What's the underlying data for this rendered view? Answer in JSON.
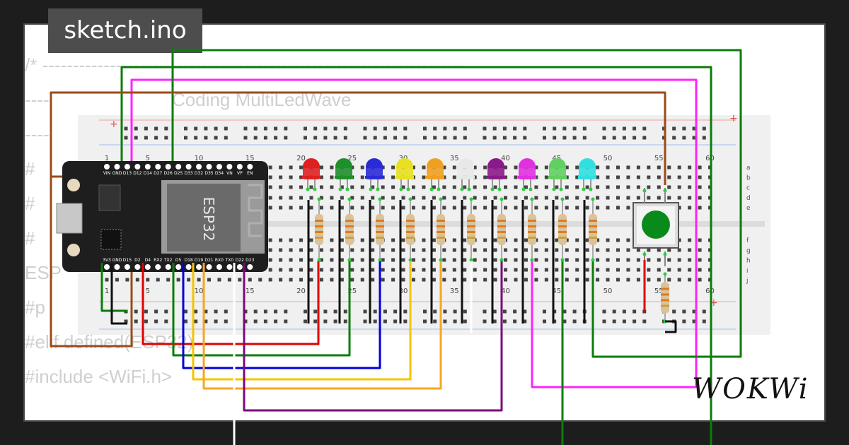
{
  "tab": {
    "filename": "sketch.ino"
  },
  "code": {
    "lines": [
      "/* ---------------------------------------------------------------------",
      "----                        Coding MultiLedWave",
      "----",
      "#",
      "#",
      "#",
      "ESP",
      "#p",
      "",
      "#elif defined(ESP32)",
      "#include <WiFi.h>"
    ]
  },
  "board": {
    "chip_label": "ESP32",
    "top_pins": [
      "VIN",
      "GND",
      "D13",
      "D12",
      "D14",
      "D27",
      "D26",
      "D25",
      "D33",
      "D32",
      "D35",
      "D34",
      "VN",
      "VP",
      "EN"
    ],
    "bottom_pins": [
      "3V3",
      "GND",
      "D15",
      "D2",
      "D4",
      "RX2",
      "TX2",
      "D5",
      "D18",
      "D19",
      "D21",
      "RX0",
      "TX0",
      "D22",
      "D23"
    ]
  },
  "breadboard": {
    "column_numbers_top": [
      "1",
      "5",
      "10",
      "15",
      "20",
      "25",
      "30",
      "35",
      "40",
      "45",
      "50",
      "55",
      "60"
    ],
    "column_numbers_bottom": [
      "1",
      "5",
      "10",
      "15",
      "20",
      "25",
      "30",
      "35",
      "40",
      "45",
      "50",
      "55",
      "60"
    ],
    "rows_top": [
      "a",
      "b",
      "c",
      "d",
      "e"
    ],
    "rows_bottom": [
      "f",
      "g",
      "h",
      "i",
      "j"
    ],
    "rail_plus": "+",
    "rail_minus": "-"
  },
  "leds": {
    "colors": [
      "#e02020",
      "#1f8f2a",
      "#2a2ad8",
      "#e8e020",
      "#f0a020",
      "#e8e8e8",
      "#8a1a8a",
      "#e030e0",
      "#60d060",
      "#30e0e0"
    ]
  },
  "wires": {
    "colors": {
      "green": "#0a7d0a",
      "magenta": "#ff22ff",
      "brown": "#9a4a1a",
      "red": "#e00000",
      "blue": "#0000dd",
      "yellow": "#f5c400",
      "orange": "#f5a623",
      "white": "#ffffff",
      "purple": "#7a0a7a",
      "black": "#111111"
    }
  },
  "button": {
    "cap_color": "#0a8a1a"
  },
  "logo": {
    "text": "WOKWi"
  }
}
